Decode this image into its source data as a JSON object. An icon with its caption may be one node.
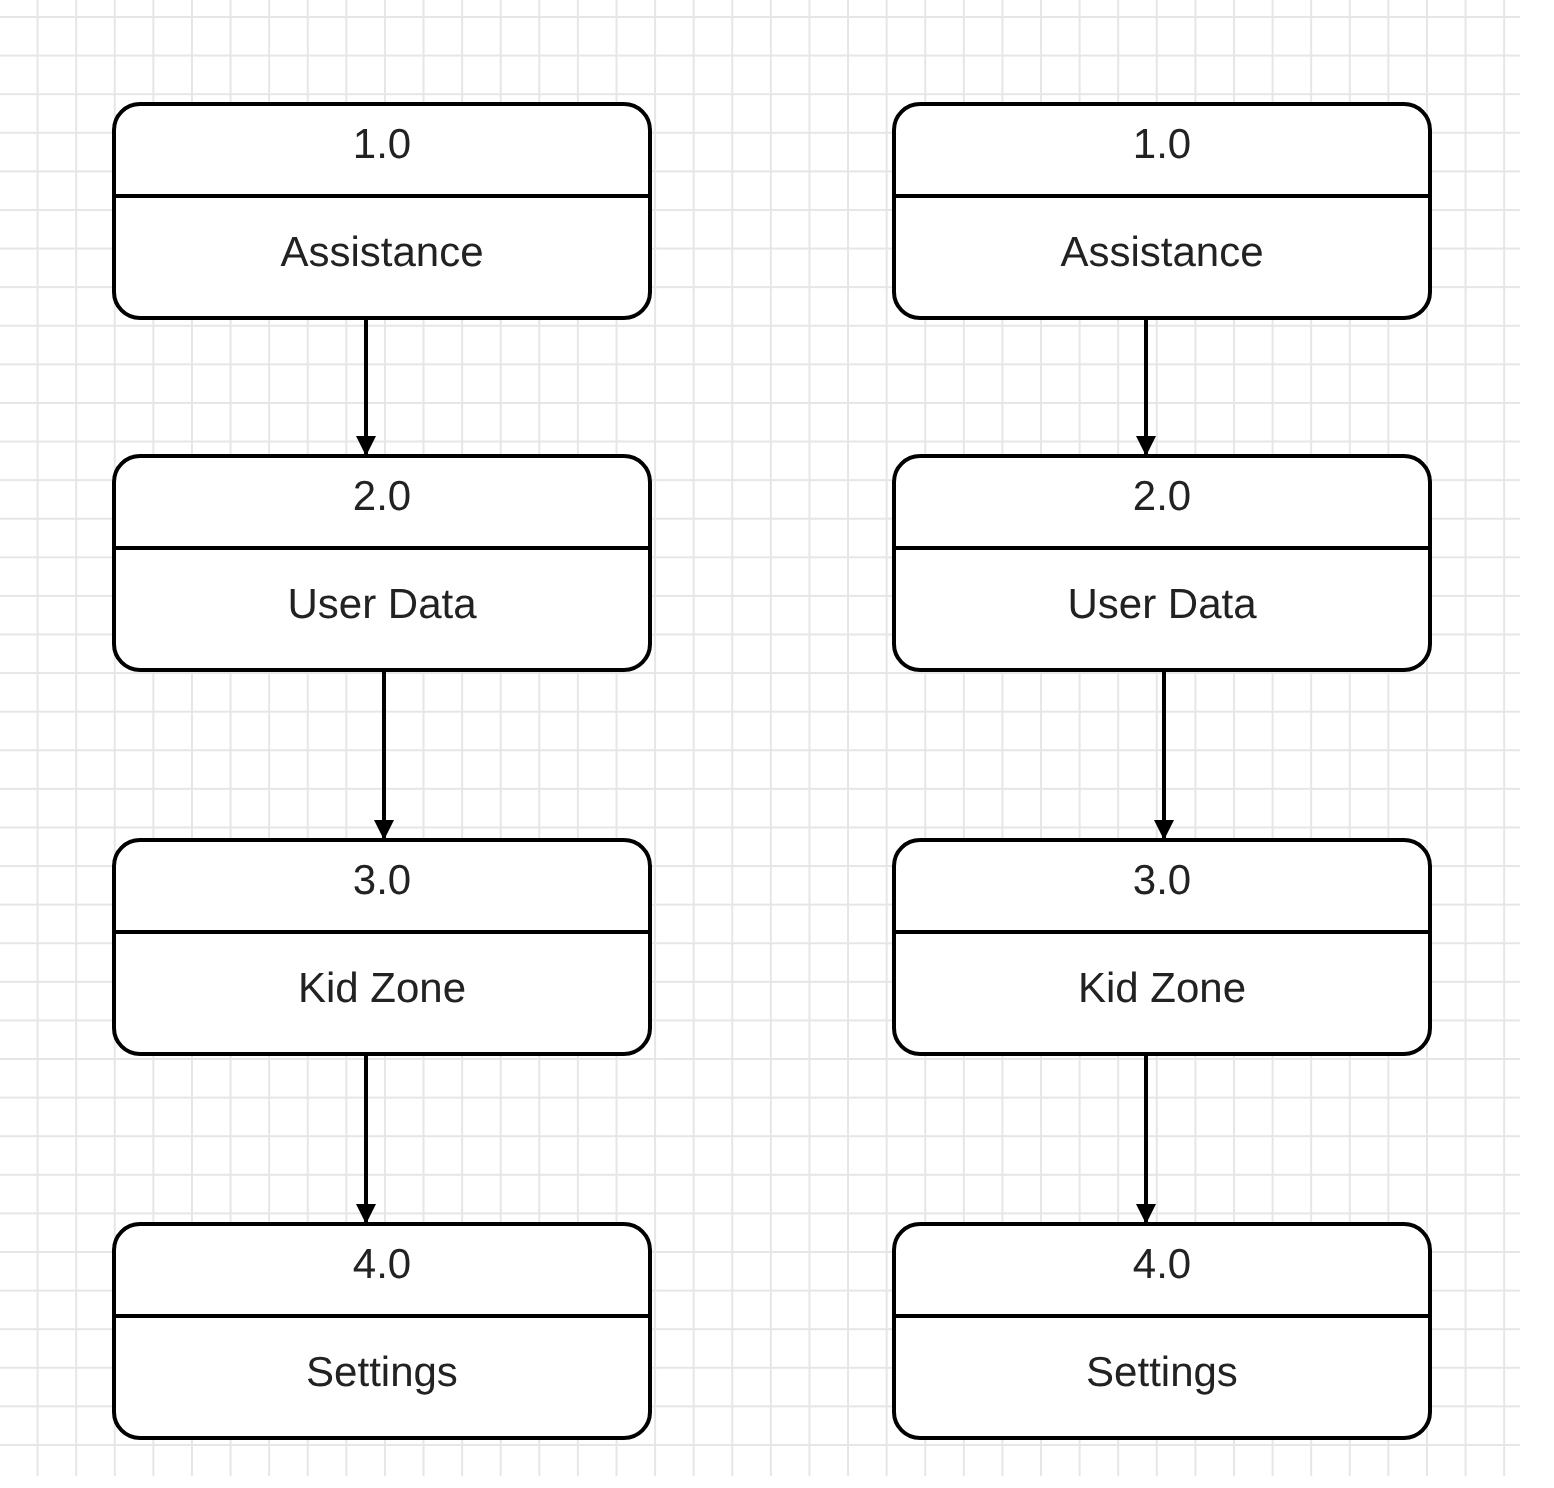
{
  "diagram": {
    "nodes": [
      {
        "text": [
          "1.0",
          "Assistance"
        ]
      },
      {
        "text": [
          "2.0",
          "User Data"
        ]
      },
      {
        "text": [
          "3.0",
          "Kid Zone"
        ]
      },
      {
        "text": [
          "4.0",
          "Settings"
        ]
      },
      {
        "text": [
          "1.0",
          "Assistance"
        ]
      },
      {
        "text": [
          "2.0",
          "User Data"
        ]
      },
      {
        "text": [
          "3.0",
          "Kid Zone"
        ]
      },
      {
        "text": [
          "4.0",
          "Settings"
        ]
      }
    ],
    "edges": [
      {
        "from": 0,
        "to": 1,
        "arrow": "to"
      },
      {
        "from": 1,
        "to": 2,
        "arrow": "to"
      },
      {
        "from": 2,
        "to": 3,
        "arrow": "to"
      },
      {
        "from": 4,
        "to": 5,
        "arrow": "to"
      },
      {
        "from": 5,
        "to": 6,
        "arrow": "to"
      },
      {
        "from": 6,
        "to": 7,
        "arrow": "to"
      }
    ]
  }
}
